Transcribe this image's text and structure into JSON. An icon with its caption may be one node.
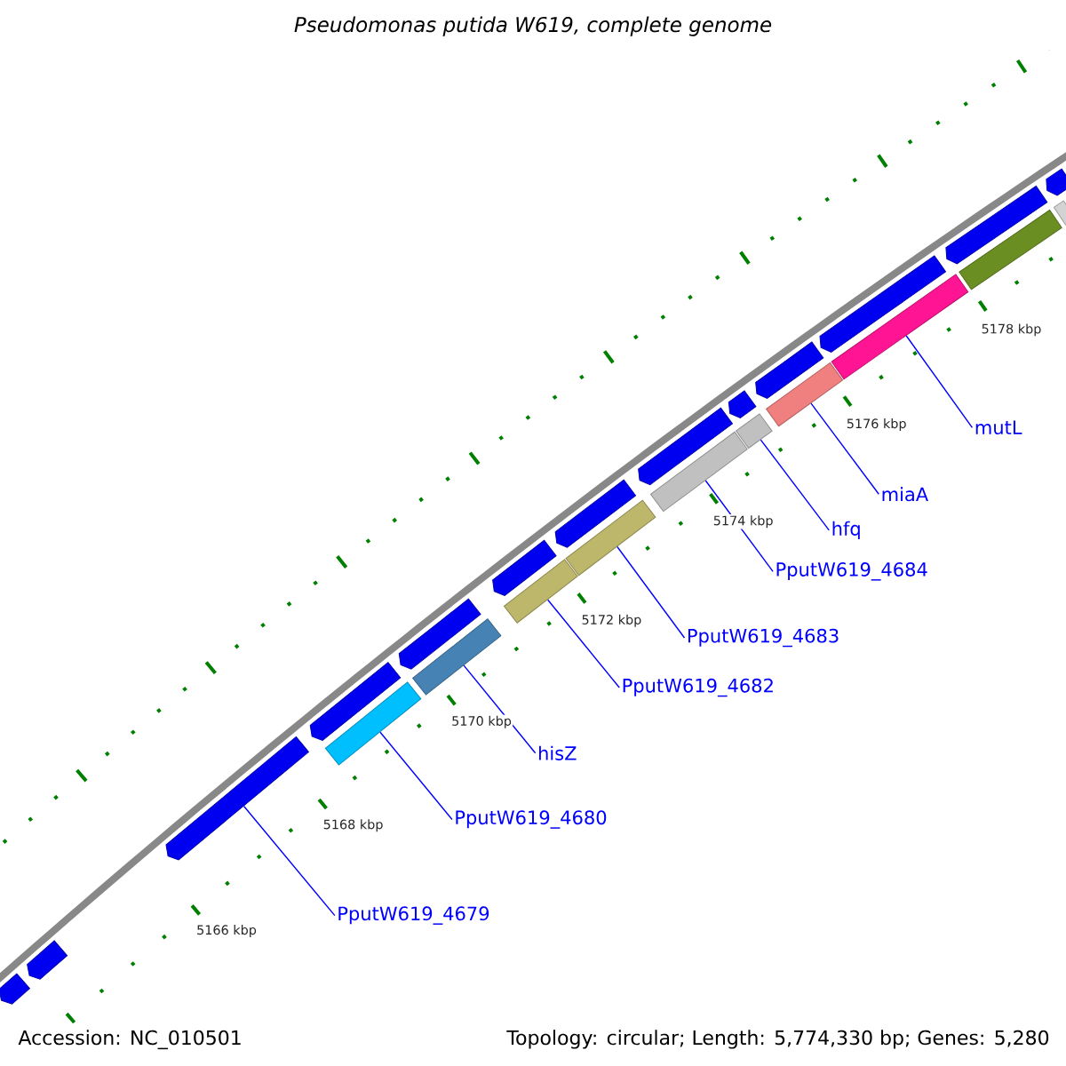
{
  "diagram": {
    "title": "Pseudomonas putida W619, complete genome",
    "nodes": [
      {
        "text": [],
        "shape": "arrow"
      },
      {
        "text": [],
        "shape": "arrow"
      },
      {
        "text": [],
        "shape": "arrow"
      },
      {
        "text": [],
        "shape": "arrow"
      },
      {
        "text": [],
        "shape": "bar"
      },
      {
        "text": [],
        "shape": "arrow"
      },
      {
        "text": [],
        "shape": "bar"
      },
      {
        "text": [],
        "shape": "arrow"
      },
      {
        "text": [],
        "shape": "bar"
      },
      {
        "text": [],
        "shape": "arrow"
      },
      {
        "text": [],
        "shape": "bar"
      },
      {
        "text": [],
        "shape": "arrow"
      },
      {
        "text": [],
        "shape": "bar"
      },
      {
        "text": [],
        "shape": "arrow"
      },
      {
        "text": [],
        "shape": "bar"
      },
      {
        "text": [],
        "shape": "arrow"
      },
      {
        "text": [],
        "shape": "bar"
      },
      {
        "text": [],
        "shape": "arrow"
      },
      {
        "text": [],
        "shape": "bar"
      },
      {
        "text": [],
        "shape": "arrow"
      },
      {
        "text": [],
        "shape": "bar"
      },
      {
        "text": [],
        "shape": "bar"
      },
      {
        "text": [],
        "shape": "arrow"
      },
      {
        "text": [
          "PputW619_4679"
        ]
      },
      {
        "text": [
          "PputW619_4680"
        ]
      },
      {
        "text": [
          "hisZ"
        ]
      },
      {
        "text": [
          "PputW619_4682"
        ]
      },
      {
        "text": [
          "PputW619_4683"
        ]
      },
      {
        "text": [
          "PputW619_4684"
        ]
      },
      {
        "text": [
          "hfq"
        ]
      },
      {
        "text": [
          "miaA"
        ]
      },
      {
        "text": [
          "mutL"
        ]
      }
    ],
    "edges": [
      {
        "from": 23,
        "to": 2,
        "arrow": "none"
      },
      {
        "from": 24,
        "to": 4,
        "arrow": "none"
      },
      {
        "from": 25,
        "to": 6,
        "arrow": "none"
      },
      {
        "from": 26,
        "to": 8,
        "arrow": "none"
      },
      {
        "from": 27,
        "to": 10,
        "arrow": "none"
      },
      {
        "from": 28,
        "to": 12,
        "arrow": "none"
      },
      {
        "from": 29,
        "to": 14,
        "arrow": "none"
      },
      {
        "from": 30,
        "to": 16,
        "arrow": "none"
      },
      {
        "from": 31,
        "to": 18,
        "arrow": "none"
      }
    ],
    "labels": [
      "5166 kbp",
      "5168 kbp",
      "5170 kbp",
      "5172 kbp",
      "5174 kbp",
      "5176 kbp",
      "5178 kbp",
      "Accession: NC_010501",
      "Topology: circular; Length: 5,774,330 bp; Genes: 5,280"
    ]
  }
}
